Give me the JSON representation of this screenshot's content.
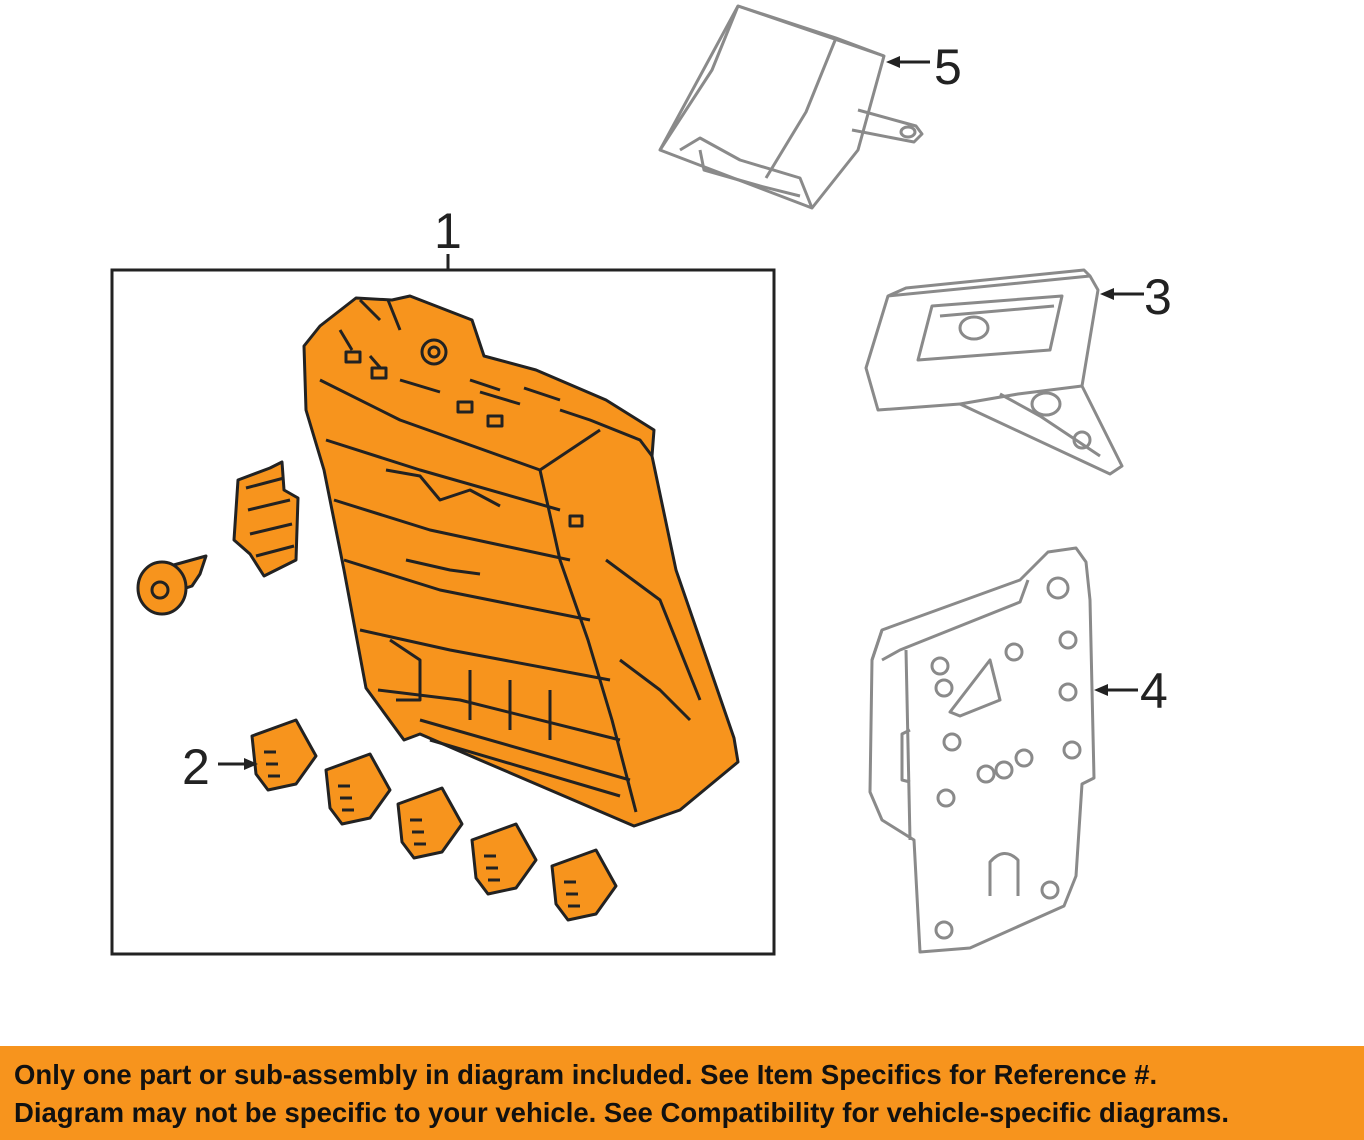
{
  "callouts": {
    "c1": "1",
    "c2": "2",
    "c3": "3",
    "c4": "4",
    "c5": "5"
  },
  "banner": {
    "line1": "Only one part or sub-assembly in diagram included. See Item Specifics for Reference #.",
    "line2": "Diagram may not be specific to your vehicle. See Compatibility for vehicle-specific diagrams."
  },
  "colors": {
    "part_fill": "#F7941D",
    "outline": "#222222",
    "banner_bg": "#F7941D",
    "line_art": "#8A8A8A"
  }
}
